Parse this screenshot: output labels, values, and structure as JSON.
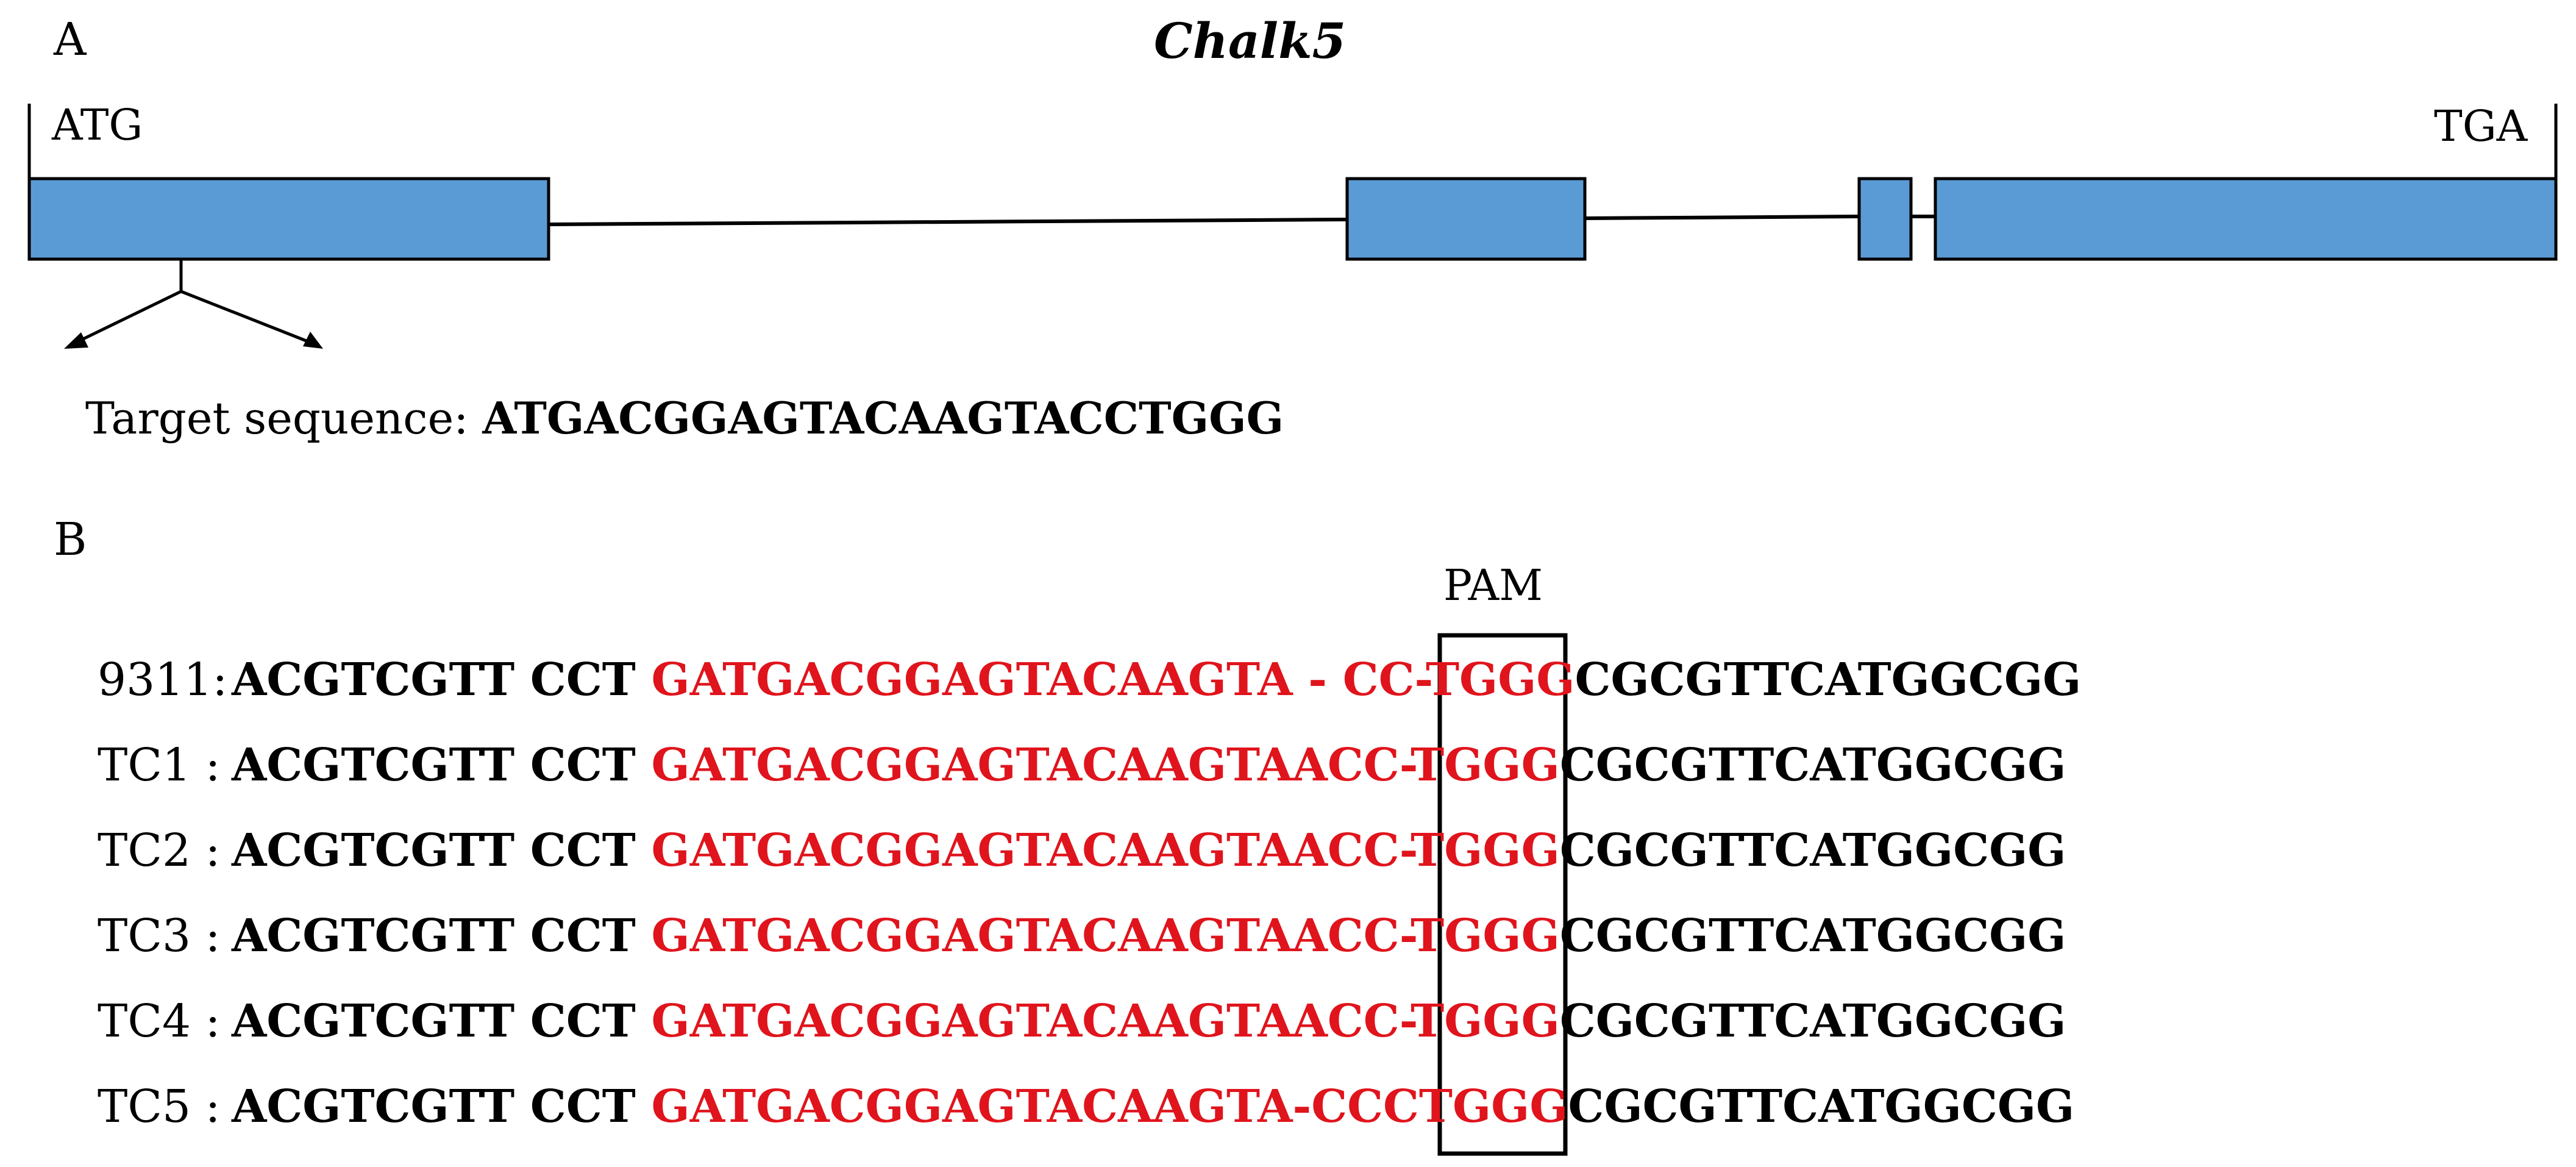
{
  "panels": {
    "a": "A",
    "b": "B"
  },
  "gene": {
    "name": "Chalk5",
    "start_codon": "ATG",
    "stop_codon": "TGA",
    "exon_color": "#5b9bd5",
    "exon_count": 4
  },
  "target": {
    "label": "Target sequence:",
    "sequence": "ATGACGGAGTACAAGTACCTGGG"
  },
  "alignment": {
    "pam_label": "PAM",
    "highlight_color": "#e0141c",
    "rows": [
      {
        "label": "9311:",
        "left": "ACGTCGTT CCT ",
        "target": "GATGACGGAGTACAAGTA - CC-TGGG",
        "right": "CGCGTTCATGGCGG"
      },
      {
        "label": "TC1 :",
        "left": "ACGTCGTT CCT ",
        "target": "GATGACGGAGTACAAGTAACC-TGGG",
        "right": "CGCGTTCATGGCGG"
      },
      {
        "label": "TC2 :",
        "left": "ACGTCGTT CCT ",
        "target": "GATGACGGAGTACAAGTAACC-TGGG",
        "right": "CGCGTTCATGGCGG"
      },
      {
        "label": "TC3 :",
        "left": "ACGTCGTT CCT ",
        "target": "GATGACGGAGTACAAGTAACC-TGGG",
        "right": "CGCGTTCATGGCGG"
      },
      {
        "label": "TC4 :",
        "left": "ACGTCGTT CCT ",
        "target": "GATGACGGAGTACAAGTAACC-TGGG",
        "right": "CGCGTTCATGGCGG"
      },
      {
        "label": "TC5 :",
        "left": "ACGTCGTT CCT ",
        "target": "GATGACGGAGTACAAGTA-CCCTGGG",
        "right": "CGCGTTCATGGCGG"
      }
    ]
  }
}
